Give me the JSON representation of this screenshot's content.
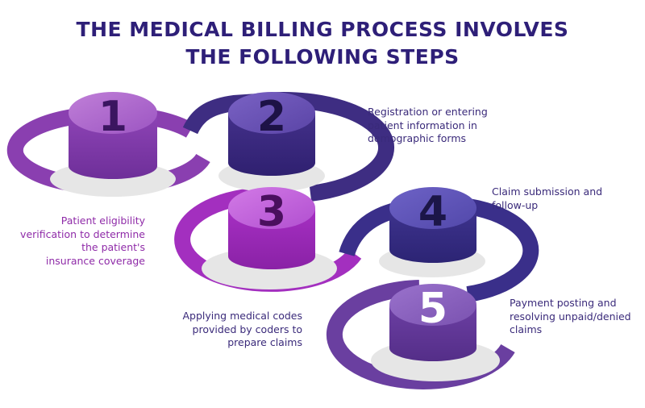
{
  "title": {
    "line1": "THE MEDICAL BILLING PROCESS INVOLVES",
    "line2": "THE FOLLOWING STEPS"
  },
  "steps": [
    {
      "number": "1",
      "lines": [
        "Patient eligibility",
        "verification to determine",
        "the patient's",
        "insurance coverage"
      ]
    },
    {
      "number": "2",
      "lines": [
        "Registration or entering",
        "patient information in",
        "demographic forms"
      ]
    },
    {
      "number": "3",
      "lines": [
        "Applying medical codes",
        "provided by coders to",
        "prepare claims"
      ]
    },
    {
      "number": "4",
      "lines": [
        "Claim submission and",
        "follow-up"
      ]
    },
    {
      "number": "5",
      "lines": [
        "Payment posting and",
        "resolving unpaid/denied",
        "claims"
      ]
    }
  ],
  "colors": {
    "title": "#2e1f78",
    "step1": "#8a3fb0",
    "step2": "#3e2d82",
    "step3": "#a32fbf",
    "step4": "#3a2f8a",
    "step5": "#6a3fa0",
    "shadow": "#e6e6e6"
  }
}
